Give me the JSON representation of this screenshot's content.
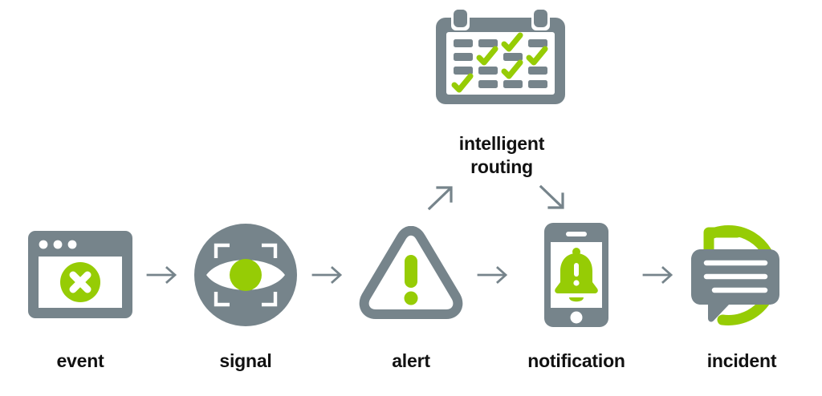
{
  "diagram": {
    "title": "event to incident flow",
    "colors": {
      "gray": "#76848b",
      "green": "#96cc05",
      "white": "#ffffff",
      "text": "#111111",
      "arrow": "#76848b"
    },
    "routing": {
      "label_line1": "intelligent",
      "label_line2": "routing",
      "icon": "calendar-check-icon",
      "calendar": {
        "rows": 4,
        "cols": 4,
        "checked_cells": [
          [
            1,
            3
          ],
          [
            2,
            2
          ],
          [
            2,
            4
          ],
          [
            3,
            3
          ],
          [
            4,
            1
          ]
        ]
      },
      "in_arrow": "arrow-up-right-icon",
      "out_arrow": "arrow-down-right-icon"
    },
    "steps": [
      {
        "label": "event",
        "icon": "browser-window-error-icon"
      },
      {
        "label": "signal",
        "icon": "eye-detection-icon"
      },
      {
        "label": "alert",
        "icon": "warning-triangle-icon"
      },
      {
        "label": "notification",
        "icon": "phone-bell-icon"
      },
      {
        "label": "incident",
        "icon": "chat-refresh-icon"
      }
    ],
    "connector_arrows": [
      "arrow-right-icon",
      "arrow-right-icon",
      "arrow-right-icon",
      "arrow-right-icon"
    ]
  }
}
